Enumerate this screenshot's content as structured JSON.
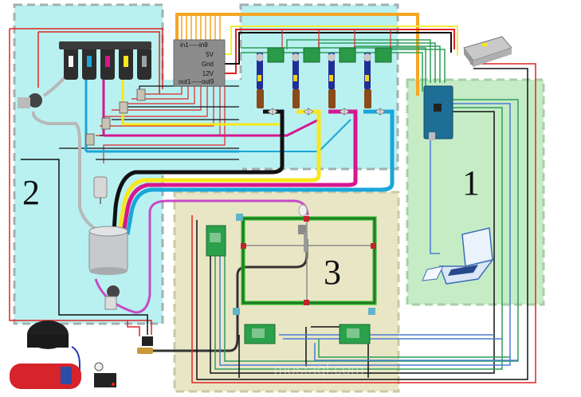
{
  "diagram": {
    "title": "",
    "zones": [
      {
        "id": "1",
        "label": "1",
        "description": "Controller and computer",
        "fill": "#c6ecc6",
        "border": "#9fce9f"
      },
      {
        "id": "2",
        "label": "2",
        "description": "Paint cartridges, pumps and mixing",
        "fill": "#b9f1f1",
        "border": "#9aa9a9"
      },
      {
        "id": "3",
        "label": "3",
        "description": "XY gantry with spray gun",
        "fill": "#e9e6c6",
        "border": "#c7c49e"
      }
    ],
    "relay_module": {
      "inputs_label": "in1-----in9",
      "outputs_label": "out1-----out9",
      "pins": [
        "5V",
        "Gnd",
        "12V"
      ]
    },
    "cartridges": [
      {
        "color_name": "white",
        "hex": "#f4f4f4"
      },
      {
        "color_name": "cyan",
        "hex": "#1aa6d9"
      },
      {
        "color_name": "magenta",
        "hex": "#d6178f"
      },
      {
        "color_name": "yellow",
        "hex": "#f8e71c"
      },
      {
        "color_name": "gray",
        "hex": "#9aa0a6"
      }
    ],
    "pumps": [
      {
        "name": "pump-black",
        "tube": "#111111"
      },
      {
        "name": "pump-yellow",
        "tube": "#f8e71c"
      },
      {
        "name": "pump-magenta",
        "tube": "#d6178f"
      },
      {
        "name": "pump-cyan",
        "tube": "#1aa6d9"
      }
    ],
    "components": [
      "relay-module",
      "power-supply",
      "arduino-mega",
      "laptop",
      "ink-cartridge-rack",
      "peristaltic-pump",
      "solenoid-valves",
      "dc-mixer-motor",
      "paint-mixing-cup",
      "diaphragm-pump",
      "air-compressor",
      "air-tank",
      "pressure-switch",
      "air-solenoid-valve",
      "spray-gun",
      "xy-gantry-frame",
      "stepper-driver-x",
      "stepper-driver-y1",
      "stepper-driver-y2"
    ],
    "wire_colors": {
      "power": "#e02424",
      "ground": "#111111",
      "logic_5v": "#f2ee3a",
      "signal_orange": "#f5a623",
      "signal_green": "#2f9e5b",
      "signal_blue": "#4b7bd0",
      "air_hose": "#333333",
      "paint_feed": "#c64ac6",
      "gray_hose": "#b8b8b8"
    },
    "watermark": "mostaql.com"
  }
}
